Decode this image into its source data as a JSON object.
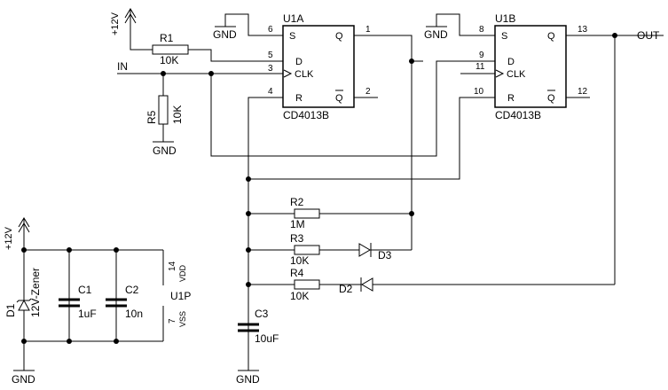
{
  "colors": {
    "wire": "#000000",
    "background": "#ffffff"
  },
  "labels": {
    "r1": "R1",
    "r1_val": "10K",
    "r2": "R2",
    "r2_val": "1M",
    "r3": "R3",
    "r3_val": "10K",
    "r4": "R4",
    "r4_val": "10K",
    "r5": "R5",
    "r5_val": "10K",
    "c1": "C1",
    "c1_val": "1uF",
    "c2": "C2",
    "c2_val": "10n",
    "c3": "C3",
    "c3_val": "10uF",
    "d1": "D1",
    "d1_val": "12V-Zener",
    "d2": "D2",
    "d3": "D3",
    "u1a": "U1A",
    "u1b": "U1B",
    "u1p": "U1P",
    "chip": "CD4013B",
    "in": "IN",
    "out": "OUT",
    "gnd": "GND",
    "vcc": "+12V",
    "vdd": "VDD",
    "vss": "VSS"
  },
  "pins": {
    "S": "S",
    "D": "D",
    "CLK": "CLK",
    "R": "R",
    "Q": "Q",
    "QBAR": "Q",
    "a": {
      "S": "6",
      "D": "5",
      "CLK": "3",
      "R": "4",
      "Q": "1",
      "QBAR": "2"
    },
    "b": {
      "S": "8",
      "D": "9",
      "CLK": "11",
      "R": "10",
      "Q": "13",
      "QBAR": "12"
    },
    "power": {
      "VDD": "14",
      "VSS": "7"
    }
  }
}
